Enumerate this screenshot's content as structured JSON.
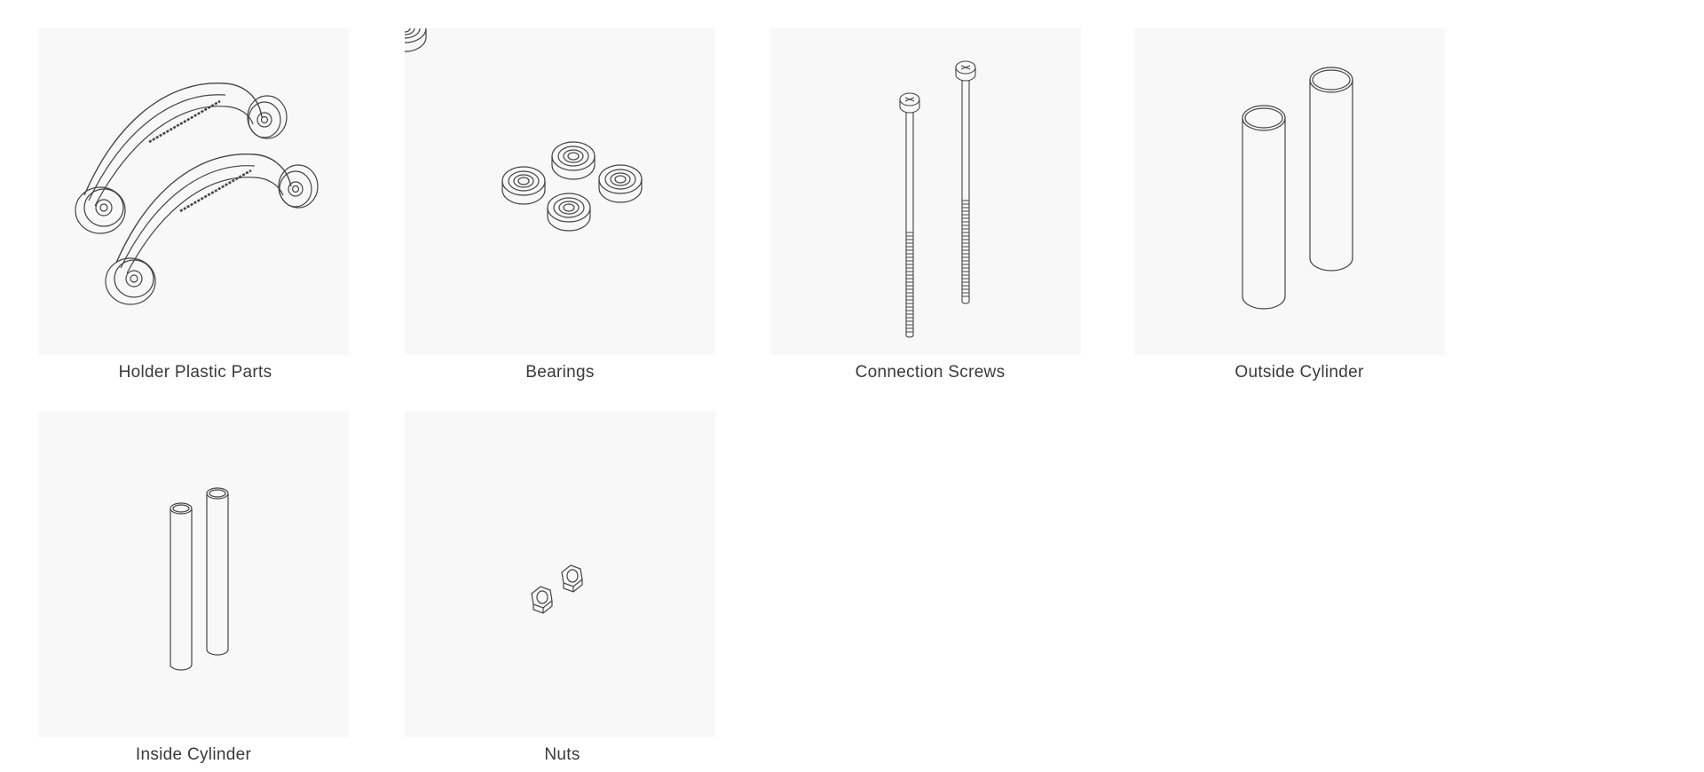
{
  "gallery": {
    "items": [
      {
        "caption": "Holder Plastic Parts",
        "icon": "holder-plastic-parts-drawing"
      },
      {
        "caption": "Bearings",
        "icon": "bearings-drawing"
      },
      {
        "caption": "Connection Screws",
        "icon": "connection-screws-drawing"
      },
      {
        "caption": "Outside Cylinder",
        "icon": "outside-cylinder-drawing"
      },
      {
        "caption": "Inside Cylinder",
        "icon": "inside-cylinder-drawing"
      },
      {
        "caption": "Nuts",
        "icon": "nuts-drawing"
      }
    ],
    "colors": {
      "tile_background": "#f8f8f8",
      "line": "#444444",
      "caption": "#3a3a3a"
    }
  }
}
